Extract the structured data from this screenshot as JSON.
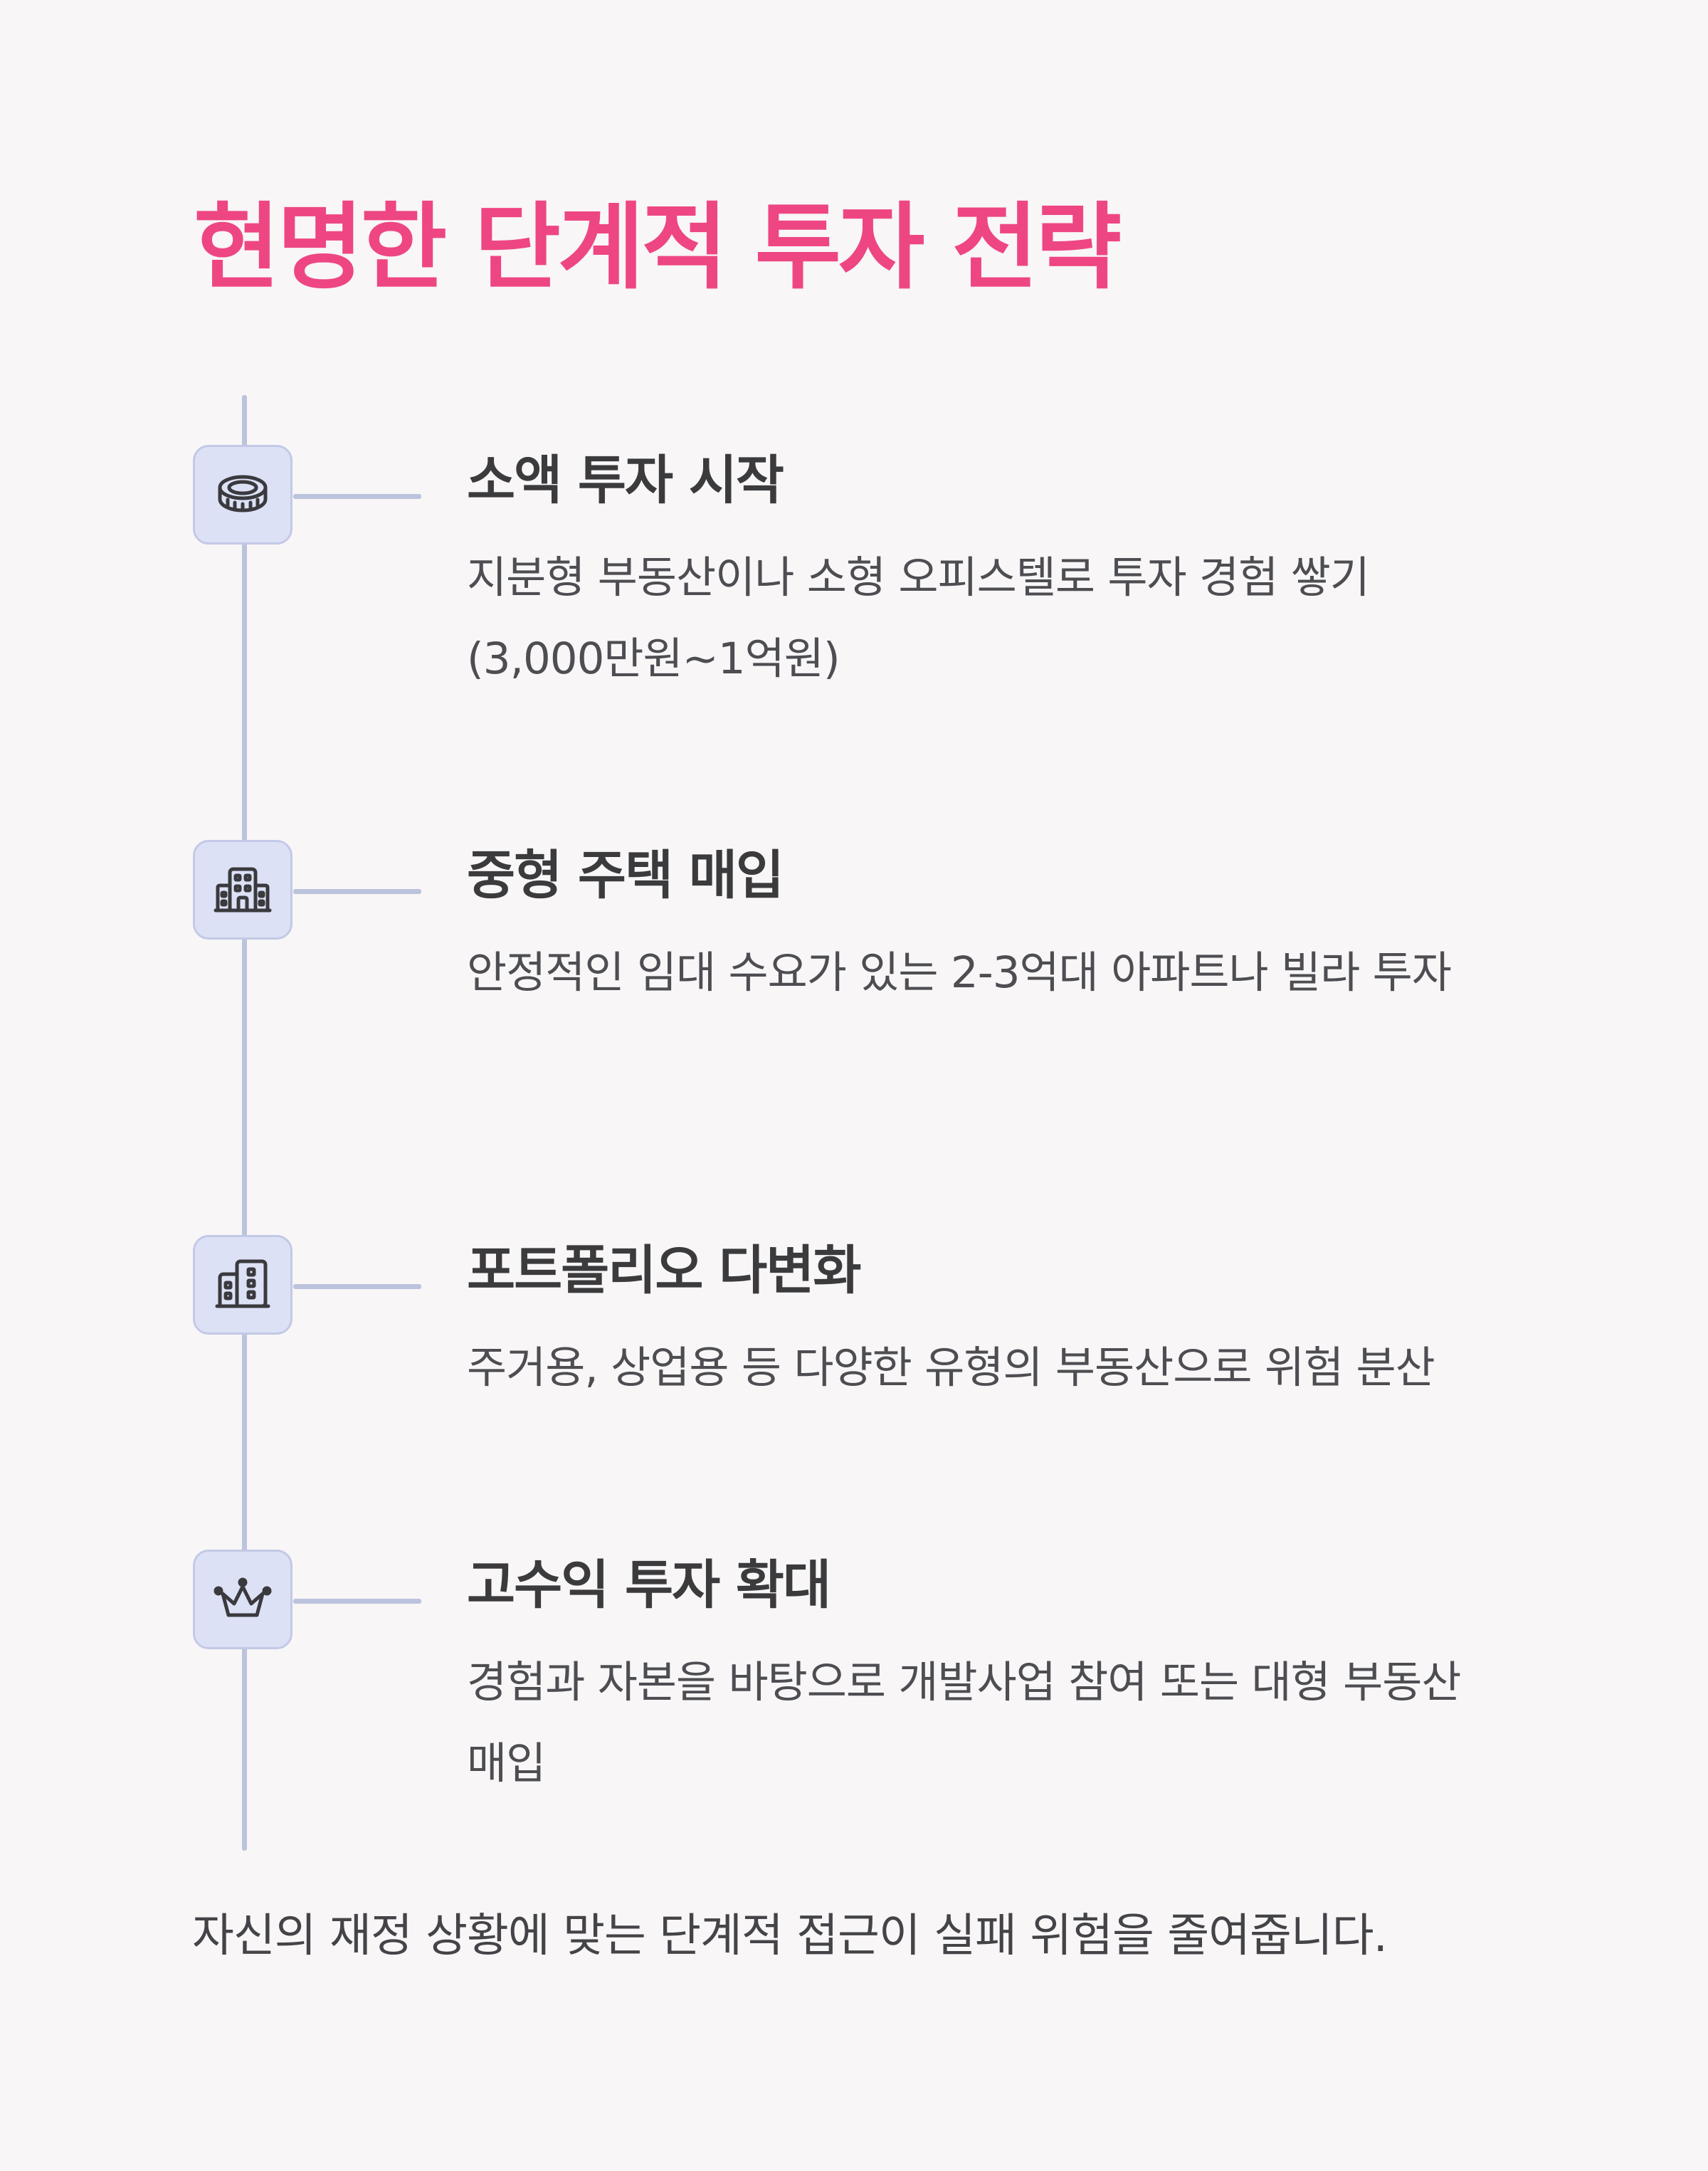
{
  "title": "현명한 단계적 투자 전략",
  "accent_color": "#ee4683",
  "steps": [
    {
      "icon": "coin-icon",
      "heading": "소액 투자 시작",
      "description": "지분형 부동산이나 소형 오피스텔로 투자 경험 쌓기 (3,000만원~1억원)"
    },
    {
      "icon": "building-icon",
      "heading": "중형 주택 매입",
      "description": "안정적인 임대 수요가 있는 2-3억대 아파트나 빌라 투자"
    },
    {
      "icon": "buildings-icon",
      "heading": "포트폴리오 다변화",
      "description": "주거용, 상업용 등 다양한 유형의 부동산으로 위험 분산"
    },
    {
      "icon": "crown-icon",
      "heading": "고수익 투자 확대",
      "description": "경험과 자본을 바탕으로 개발사업 참여 또는 대형 부동산 매입"
    }
  ],
  "footer": "자신의 재정 상황에 맞는 단계적 접근이 실패 위험을 줄여줍니다."
}
